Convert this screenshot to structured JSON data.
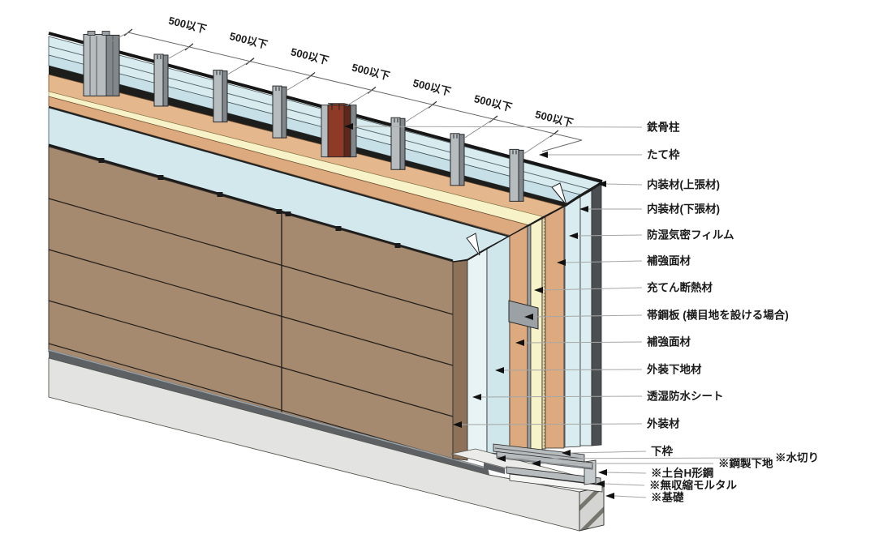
{
  "diagram_type": "steel-frame-wall-assembly-cutaway",
  "dimension_labels": [
    "500以下",
    "500以下",
    "500以下",
    "500以下",
    "500以下",
    "500以下",
    "500以下"
  ],
  "callouts": [
    {
      "text": "鉄骨柱"
    },
    {
      "text": "たて枠"
    },
    {
      "text": "内装材(上張材)"
    },
    {
      "text": "内装材(下張材)"
    },
    {
      "text": "防湿気密フィルム"
    },
    {
      "text": "補強面材"
    },
    {
      "text": "充てん断熱材"
    },
    {
      "text": "帯鋼板 (横目地を設ける場合)"
    },
    {
      "text": "補強面材"
    },
    {
      "text": "外装下地材"
    },
    {
      "text": "透湿防水シート"
    },
    {
      "text": "外装材"
    },
    {
      "text": "下枠"
    },
    {
      "text": "※鋼製下地"
    },
    {
      "text": "※水切り"
    },
    {
      "text": "※土台H形鋼"
    },
    {
      "text": "※無収縮モルタル"
    },
    {
      "text": "※基礎"
    }
  ],
  "colors": {
    "background": "#ffffff",
    "outline": "#1c1c1c",
    "leader_line": "#a6a6a6",
    "text": "#1a1a1a",
    "steel_light": "#b7bcbf",
    "steel_mid": "#9ba1a4",
    "steel_dark": "#81878a",
    "column_red": "#8e3a27",
    "column_red_dark": "#5f2719",
    "column_red_top": "#a54a33",
    "board_blue_top1": "#d8ebee",
    "board_blue_top2": "#c7dfe6",
    "board_blue_face": "#d9edf0",
    "sheet_blue_face": "#d2e8ec",
    "sheathing_blue": "#cfe6ea",
    "weather_sheet": "#e8f3f5",
    "tan_board": "#dcaa7e",
    "tan_board_top": "#e5b78d",
    "insulation_yellow": "#f8f2c8",
    "particle_strip": "#e6daae",
    "cladding_brown": "#a68a70",
    "cladding_brown_edge": "#8d7259",
    "panel_dark_edge": "#4b4f52",
    "flashing_dark": "#5d6164",
    "concrete": "#e3e3e1",
    "concrete_side": "#d4d4d2",
    "concrete_top": "#ebebe9",
    "mortar": "#f6f6f4",
    "hatch": "#76766f"
  }
}
